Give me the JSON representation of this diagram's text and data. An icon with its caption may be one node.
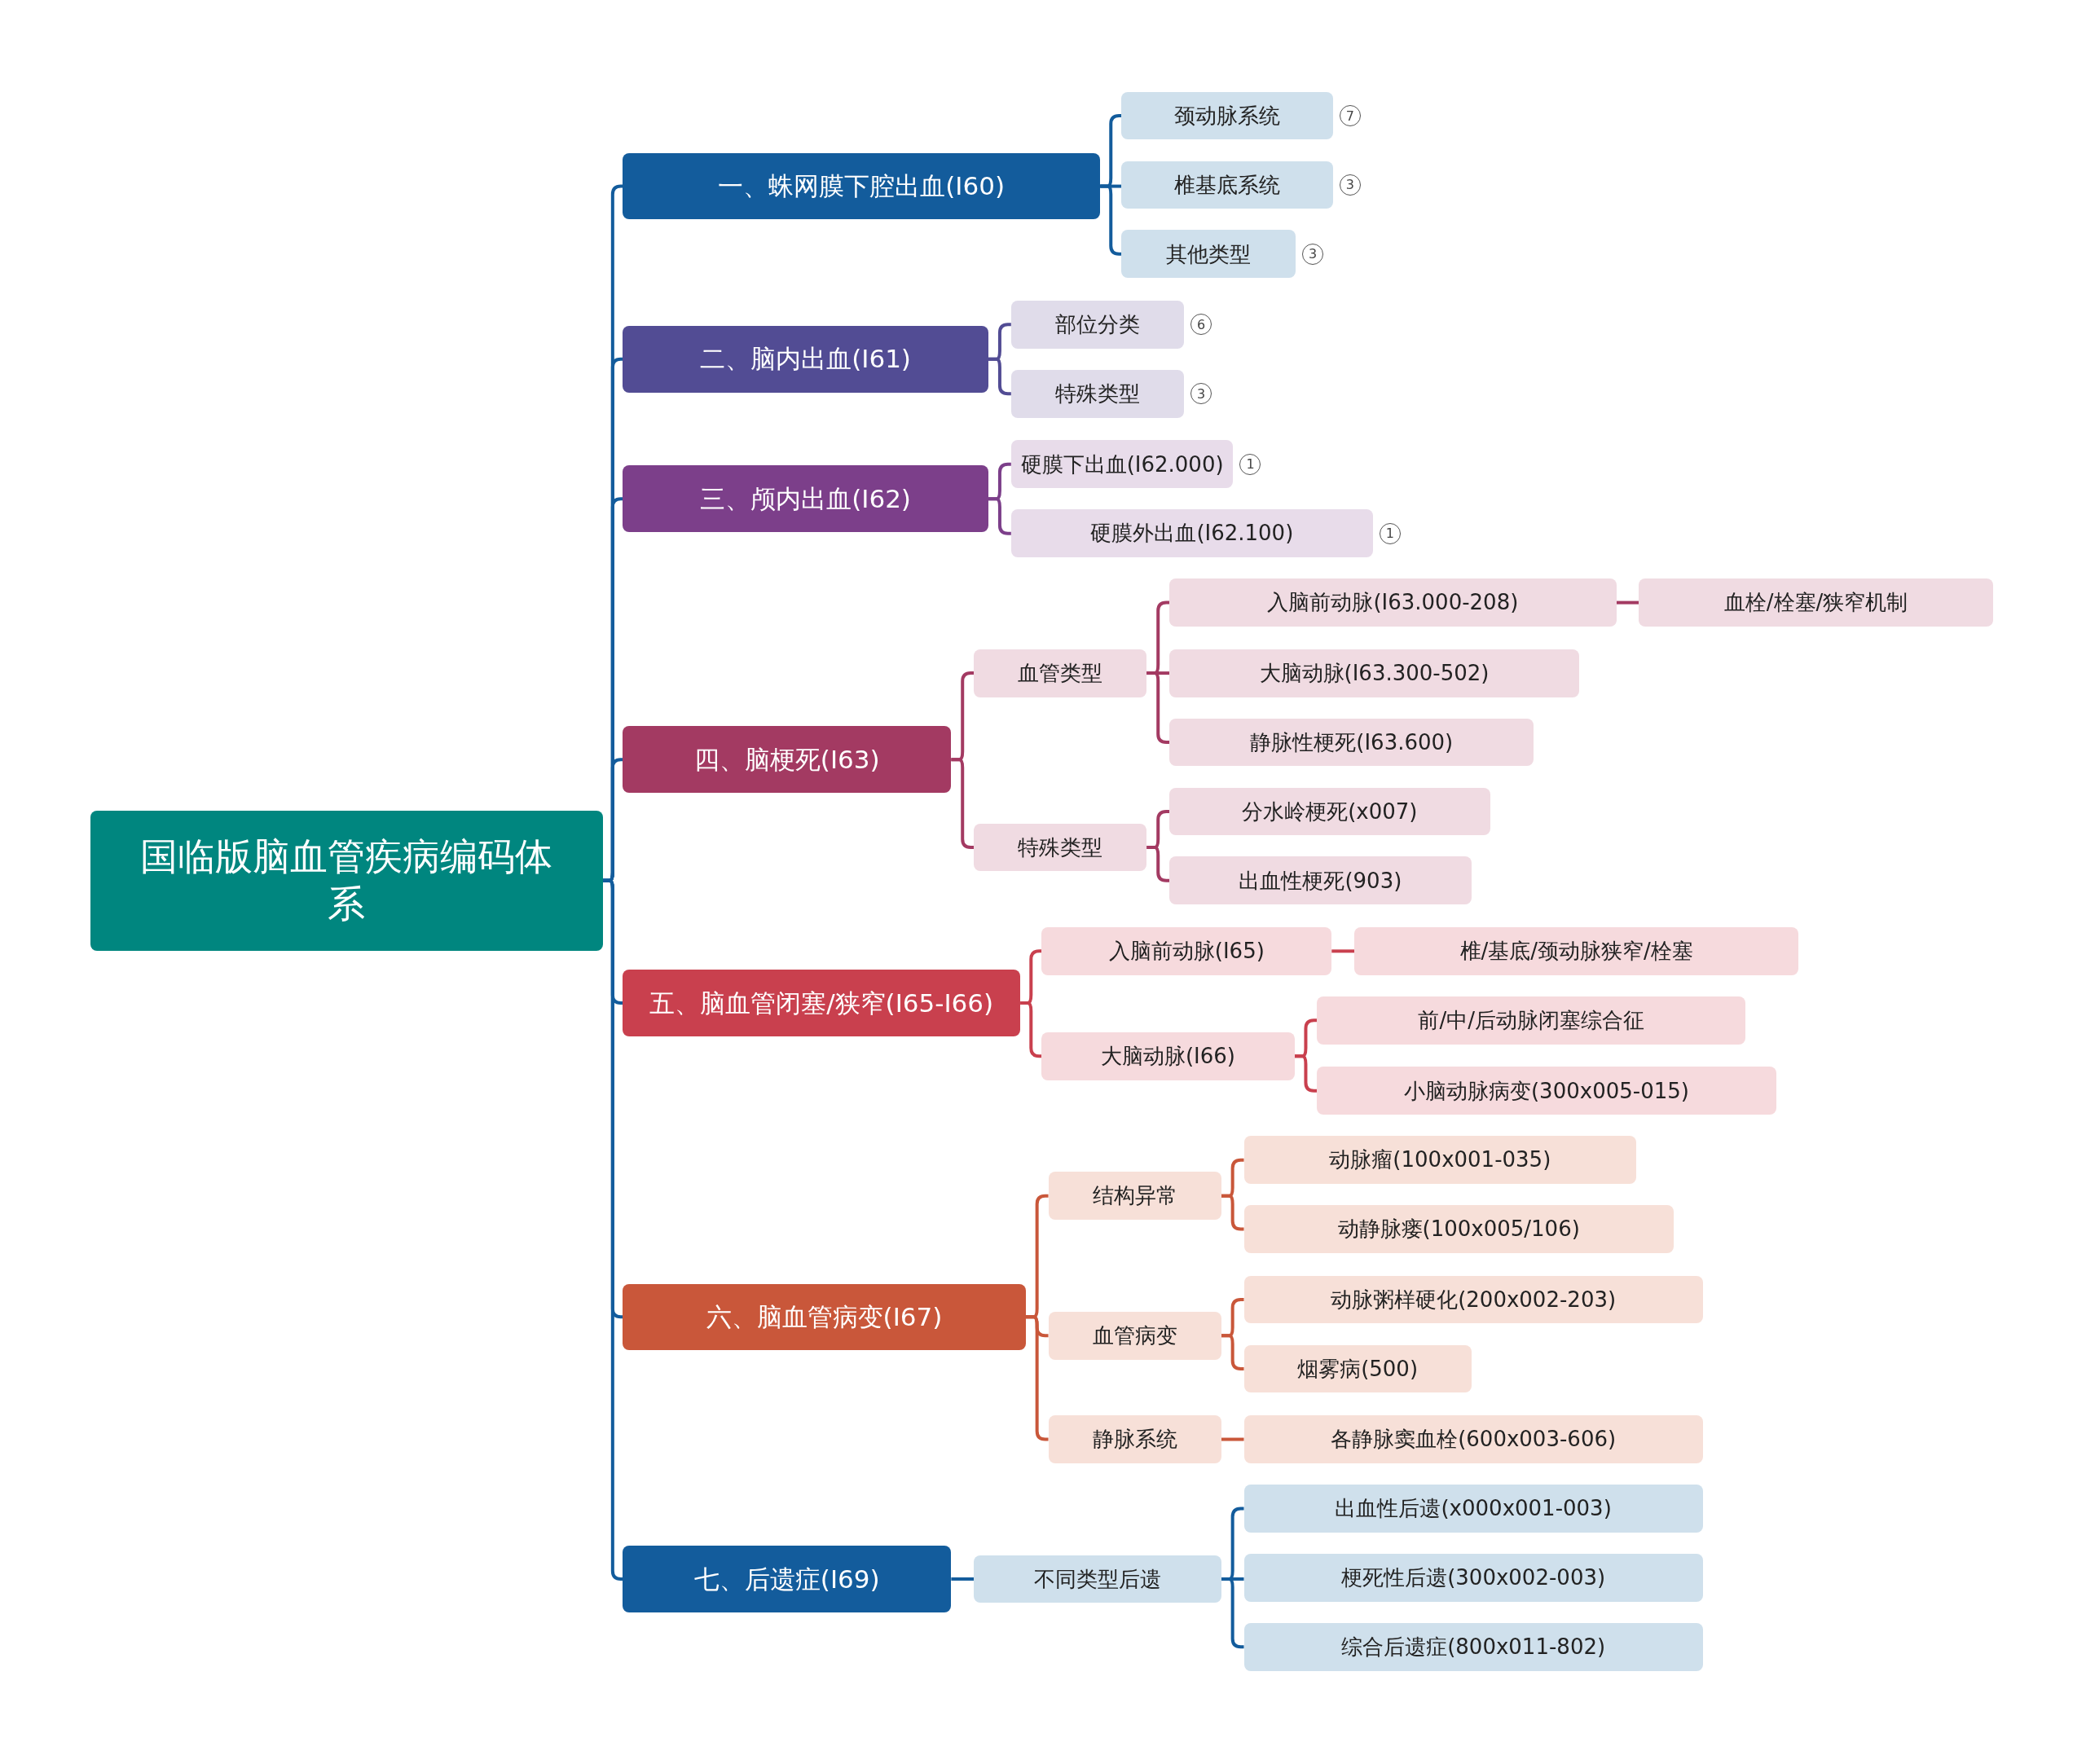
{
  "diagram": {
    "nodes": [
      {
        "text": [
          "国临版脑血管疾病编码体系"
        ]
      },
      {
        "text": [
          "一、蛛网膜下腔出血(I60)"
        ]
      },
      {
        "text": [
          "颈动脉系统"
        ],
        "beside": [
          "7"
        ]
      },
      {
        "text": [
          "椎基底系统"
        ],
        "beside": [
          "3"
        ]
      },
      {
        "text": [
          "其他类型"
        ],
        "beside": [
          "3"
        ]
      },
      {
        "text": [
          "二、脑内出血(I61)"
        ]
      },
      {
        "text": [
          "部位分类"
        ],
        "beside": [
          "6"
        ]
      },
      {
        "text": [
          "特殊类型"
        ],
        "beside": [
          "3"
        ]
      },
      {
        "text": [
          "三、颅内出血(I62)"
        ]
      },
      {
        "text": [
          "硬膜下出血(I62.000)"
        ],
        "beside": [
          "1"
        ]
      },
      {
        "text": [
          "硬膜外出血(I62.100)"
        ],
        "beside": [
          "1"
        ]
      },
      {
        "text": [
          "四、脑梗死(I63)"
        ]
      },
      {
        "text": [
          "血管类型"
        ]
      },
      {
        "text": [
          "入脑前动脉(I63.000-208)"
        ]
      },
      {
        "text": [
          "血栓/栓塞/狭窄机制"
        ]
      },
      {
        "text": [
          "大脑动脉(I63.300-502)"
        ]
      },
      {
        "text": [
          "静脉性梗死(I63.600)"
        ]
      },
      {
        "text": [
          "特殊类型"
        ]
      },
      {
        "text": [
          "分水岭梗死(x007)"
        ]
      },
      {
        "text": [
          "出血性梗死(903)"
        ]
      },
      {
        "text": [
          "五、脑血管闭塞/狭窄(I65-I66)"
        ]
      },
      {
        "text": [
          "入脑前动脉(I65)"
        ]
      },
      {
        "text": [
          "椎/基底/颈动脉狭窄/栓塞"
        ]
      },
      {
        "text": [
          "大脑动脉(I66)"
        ]
      },
      {
        "text": [
          "前/中/后动脉闭塞综合征"
        ]
      },
      {
        "text": [
          "小脑动脉病变(300x005-015)"
        ]
      },
      {
        "text": [
          "六、脑血管病变(I67)"
        ]
      },
      {
        "text": [
          "结构异常"
        ]
      },
      {
        "text": [
          "动脉瘤(100x001-035)"
        ]
      },
      {
        "text": [
          "动静脉瘘(100x005/106)"
        ]
      },
      {
        "text": [
          "血管病变"
        ]
      },
      {
        "text": [
          "动脉粥样硬化(200x002-203)"
        ]
      },
      {
        "text": [
          "烟雾病(500)"
        ]
      },
      {
        "text": [
          "静脉系统"
        ]
      },
      {
        "text": [
          "各静脉窦血栓(600x003-606)"
        ]
      },
      {
        "text": [
          "七、后遗症(I69)"
        ]
      },
      {
        "text": [
          "不同类型后遗"
        ]
      },
      {
        "text": [
          "出血性后遗(x000x001-003)"
        ]
      },
      {
        "text": [
          "梗死性后遗(300x002-003)"
        ]
      },
      {
        "text": [
          "综合后遗症(800x011-802)"
        ]
      }
    ],
    "edges": [
      {
        "from": 0,
        "to": 1,
        "arrow": "none",
        "color": "#135c9c"
      },
      {
        "from": 1,
        "to": 2,
        "arrow": "none",
        "color": "#135c9c"
      },
      {
        "from": 1,
        "to": 3,
        "arrow": "none",
        "color": "#135c9c"
      },
      {
        "from": 1,
        "to": 4,
        "arrow": "none",
        "color": "#135c9c"
      },
      {
        "from": 0,
        "to": 5,
        "arrow": "none",
        "color": "#135c9c"
      },
      {
        "from": 5,
        "to": 6,
        "arrow": "none",
        "color": "#524c94"
      },
      {
        "from": 5,
        "to": 7,
        "arrow": "none",
        "color": "#524c94"
      },
      {
        "from": 0,
        "to": 8,
        "arrow": "none",
        "color": "#135c9c"
      },
      {
        "from": 8,
        "to": 9,
        "arrow": "none",
        "color": "#7c3f8a"
      },
      {
        "from": 8,
        "to": 10,
        "arrow": "none",
        "color": "#7c3f8a"
      },
      {
        "from": 0,
        "to": 11,
        "arrow": "none",
        "color": "#135c9c"
      },
      {
        "from": 11,
        "to": 12,
        "arrow": "none",
        "color": "#a33a62"
      },
      {
        "from": 12,
        "to": 13,
        "arrow": "none",
        "color": "#a33a62"
      },
      {
        "from": 13,
        "to": 14,
        "arrow": "none",
        "color": "#a33a62"
      },
      {
        "from": 12,
        "to": 15,
        "arrow": "none",
        "color": "#a33a62"
      },
      {
        "from": 12,
        "to": 16,
        "arrow": "none",
        "color": "#a33a62"
      },
      {
        "from": 11,
        "to": 17,
        "arrow": "none",
        "color": "#a33a62"
      },
      {
        "from": 17,
        "to": 18,
        "arrow": "none",
        "color": "#a33a62"
      },
      {
        "from": 17,
        "to": 19,
        "arrow": "none",
        "color": "#a33a62"
      },
      {
        "from": 0,
        "to": 20,
        "arrow": "none",
        "color": "#135c9c"
      },
      {
        "from": 20,
        "to": 21,
        "arrow": "none",
        "color": "#c9404e"
      },
      {
        "from": 21,
        "to": 22,
        "arrow": "none",
        "color": "#c9404e"
      },
      {
        "from": 20,
        "to": 23,
        "arrow": "none",
        "color": "#c9404e"
      },
      {
        "from": 23,
        "to": 24,
        "arrow": "none",
        "color": "#c9404e"
      },
      {
        "from": 23,
        "to": 25,
        "arrow": "none",
        "color": "#c9404e"
      },
      {
        "from": 0,
        "to": 26,
        "arrow": "none",
        "color": "#135c9c"
      },
      {
        "from": 26,
        "to": 27,
        "arrow": "none",
        "color": "#c9573a"
      },
      {
        "from": 27,
        "to": 28,
        "arrow": "none",
        "color": "#c9573a"
      },
      {
        "from": 27,
        "to": 29,
        "arrow": "none",
        "color": "#c9573a"
      },
      {
        "from": 26,
        "to": 30,
        "arrow": "none",
        "color": "#c9573a"
      },
      {
        "from": 30,
        "to": 31,
        "arrow": "none",
        "color": "#c9573a"
      },
      {
        "from": 30,
        "to": 32,
        "arrow": "none",
        "color": "#c9573a"
      },
      {
        "from": 26,
        "to": 33,
        "arrow": "none",
        "color": "#c9573a"
      },
      {
        "from": 33,
        "to": 34,
        "arrow": "none",
        "color": "#c9573a"
      },
      {
        "from": 0,
        "to": 35,
        "arrow": "none",
        "color": "#135c9c"
      },
      {
        "from": 35,
        "to": 36,
        "arrow": "none",
        "color": "#135c9c"
      },
      {
        "from": 36,
        "to": 37,
        "arrow": "none",
        "color": "#135c9c"
      },
      {
        "from": 36,
        "to": 38,
        "arrow": "none",
        "color": "#135c9c"
      },
      {
        "from": 36,
        "to": 39,
        "arrow": "none",
        "color": "#135c9c"
      }
    ]
  }
}
